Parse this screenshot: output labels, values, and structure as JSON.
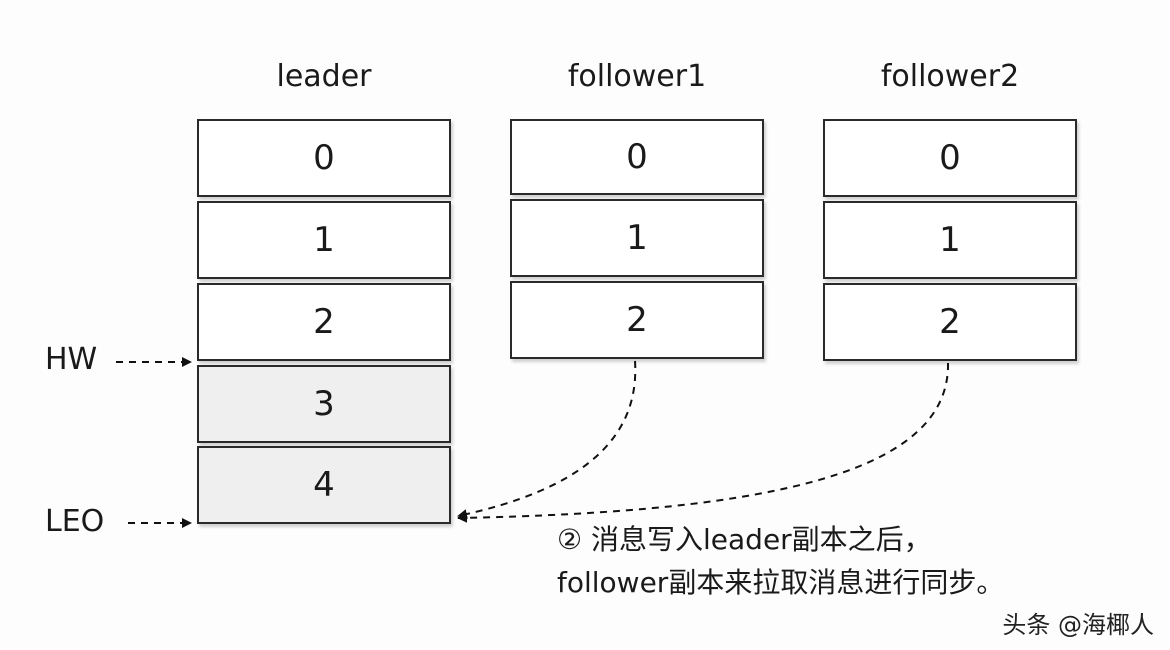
{
  "columns": [
    {
      "title": "leader",
      "cells": [
        "0",
        "1",
        "2",
        "3",
        "4"
      ]
    },
    {
      "title": "follower1",
      "cells": [
        "0",
        "1",
        "2"
      ]
    },
    {
      "title": "follower2",
      "cells": [
        "0",
        "1",
        "2"
      ]
    }
  ],
  "pointers": {
    "hw": "HW",
    "leo": "LEO"
  },
  "note": {
    "line1": "② 消息写入leader副本之后，",
    "line2": "follower副本来拉取消息进行同步。"
  },
  "watermark": "头条 @海椰人"
}
